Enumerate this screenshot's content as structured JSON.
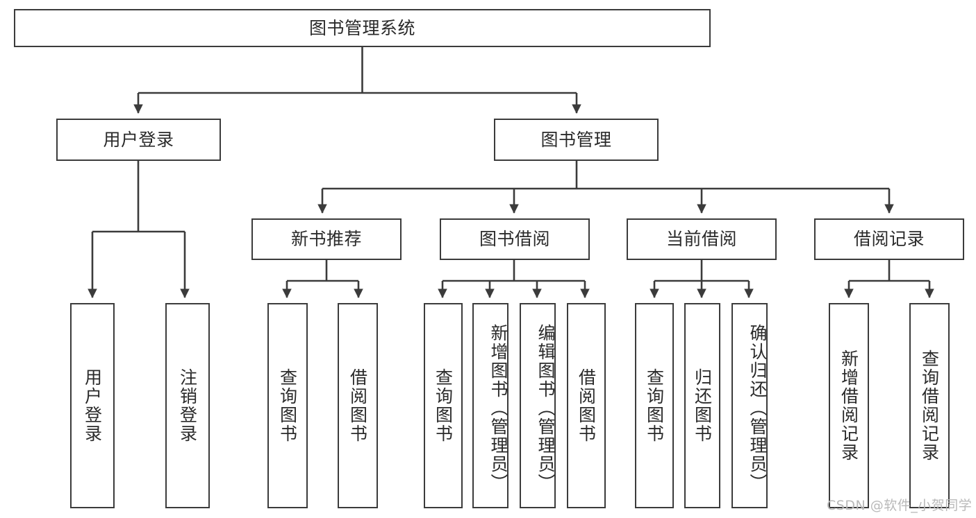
{
  "diagram": {
    "title": "图书管理系统",
    "type": "hierarchy-tree",
    "root": {
      "label": "图书管理系统"
    },
    "level2": [
      {
        "label": "用户登录"
      },
      {
        "label": "图书管理"
      }
    ],
    "level3": [
      {
        "label": "新书推荐"
      },
      {
        "label": "图书借阅"
      },
      {
        "label": "当前借阅"
      },
      {
        "label": "借阅记录"
      }
    ],
    "leaves": {
      "user_login": [
        {
          "label": "用户登录"
        },
        {
          "label": "注销登录"
        }
      ],
      "new_book_recommend": [
        {
          "label": "查询图书"
        },
        {
          "label": "借阅图书"
        }
      ],
      "book_borrow": [
        {
          "label": "查询图书"
        },
        {
          "label": "新增图书（管理员）"
        },
        {
          "label": "编辑图书（管理员）"
        },
        {
          "label": "借阅图书"
        }
      ],
      "current_borrow": [
        {
          "label": "查询图书"
        },
        {
          "label": "归还图书"
        },
        {
          "label": "确认归还（管理员）"
        }
      ],
      "borrow_record": [
        {
          "label": "新增借阅记录"
        },
        {
          "label": "查询借阅记录"
        }
      ]
    }
  },
  "watermark": {
    "text": "CSDN @软件_小贺同学"
  },
  "colors": {
    "border": "#3b3b3b",
    "fill": "#ffffff",
    "text": "#2a2a2a",
    "watermark": "#b9b9b9"
  }
}
